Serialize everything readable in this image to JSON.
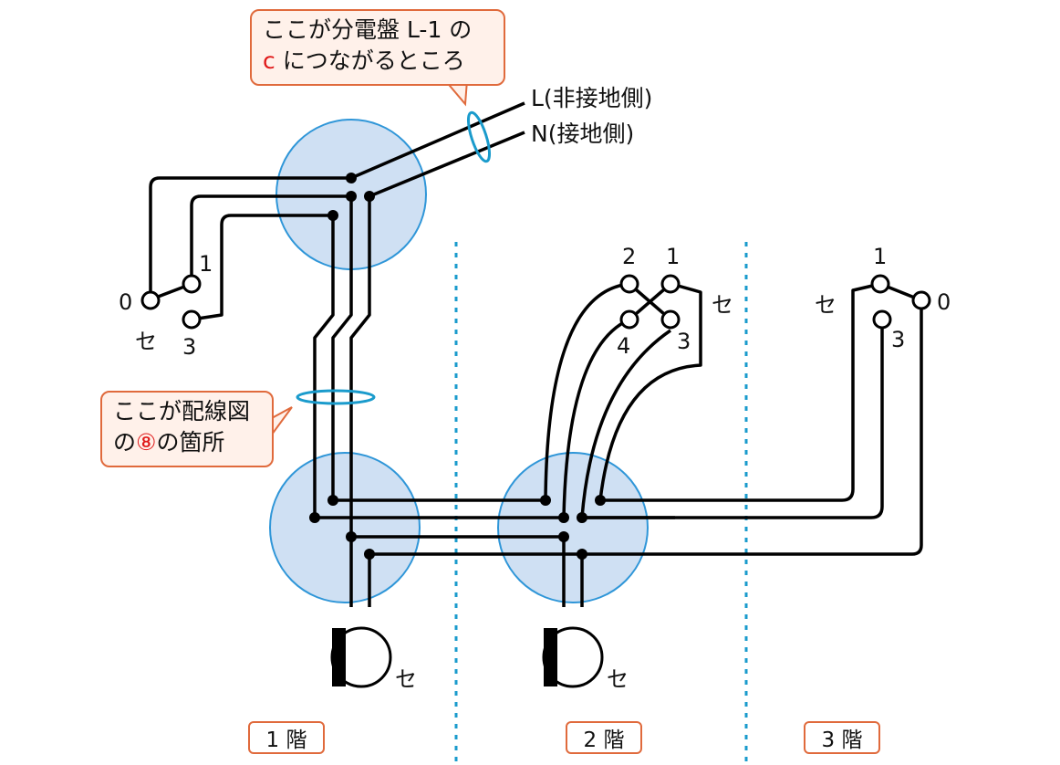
{
  "supply_labels": {
    "live": "L(非接地側)",
    "neutral": "N(接地側)"
  },
  "callouts": {
    "top": {
      "line1": "ここが分電盤 L-1 の",
      "line2_marker": "c",
      "line2_rest": "につながるところ"
    },
    "mid": {
      "line1": "ここが配線図",
      "line2_pre": "の",
      "line2_marker": "⑧",
      "line2_post": "の箇所"
    }
  },
  "switch1": {
    "t0": "0",
    "t1": "1",
    "t3": "3",
    "mark": "セ"
  },
  "switch2": {
    "t1": "1",
    "t2": "2",
    "t3": "3",
    "t4": "4",
    "mark": "セ"
  },
  "switch3": {
    "t0": "0",
    "t1": "1",
    "t3": "3",
    "mark": "セ"
  },
  "lamp_marks": {
    "floor1": "セ",
    "floor2": "セ"
  },
  "floors": {
    "f1": "1 階",
    "f2": "2 階",
    "f3": "3 階"
  },
  "colors": {
    "wire": "#000000",
    "box_fill": "#cfe0f3",
    "box_stroke": "#2f96d8",
    "divider": "#1a9bcc",
    "callout_border": "#e06a3c",
    "callout_fill": "#fff1ea",
    "marker_red": "#e01919"
  }
}
